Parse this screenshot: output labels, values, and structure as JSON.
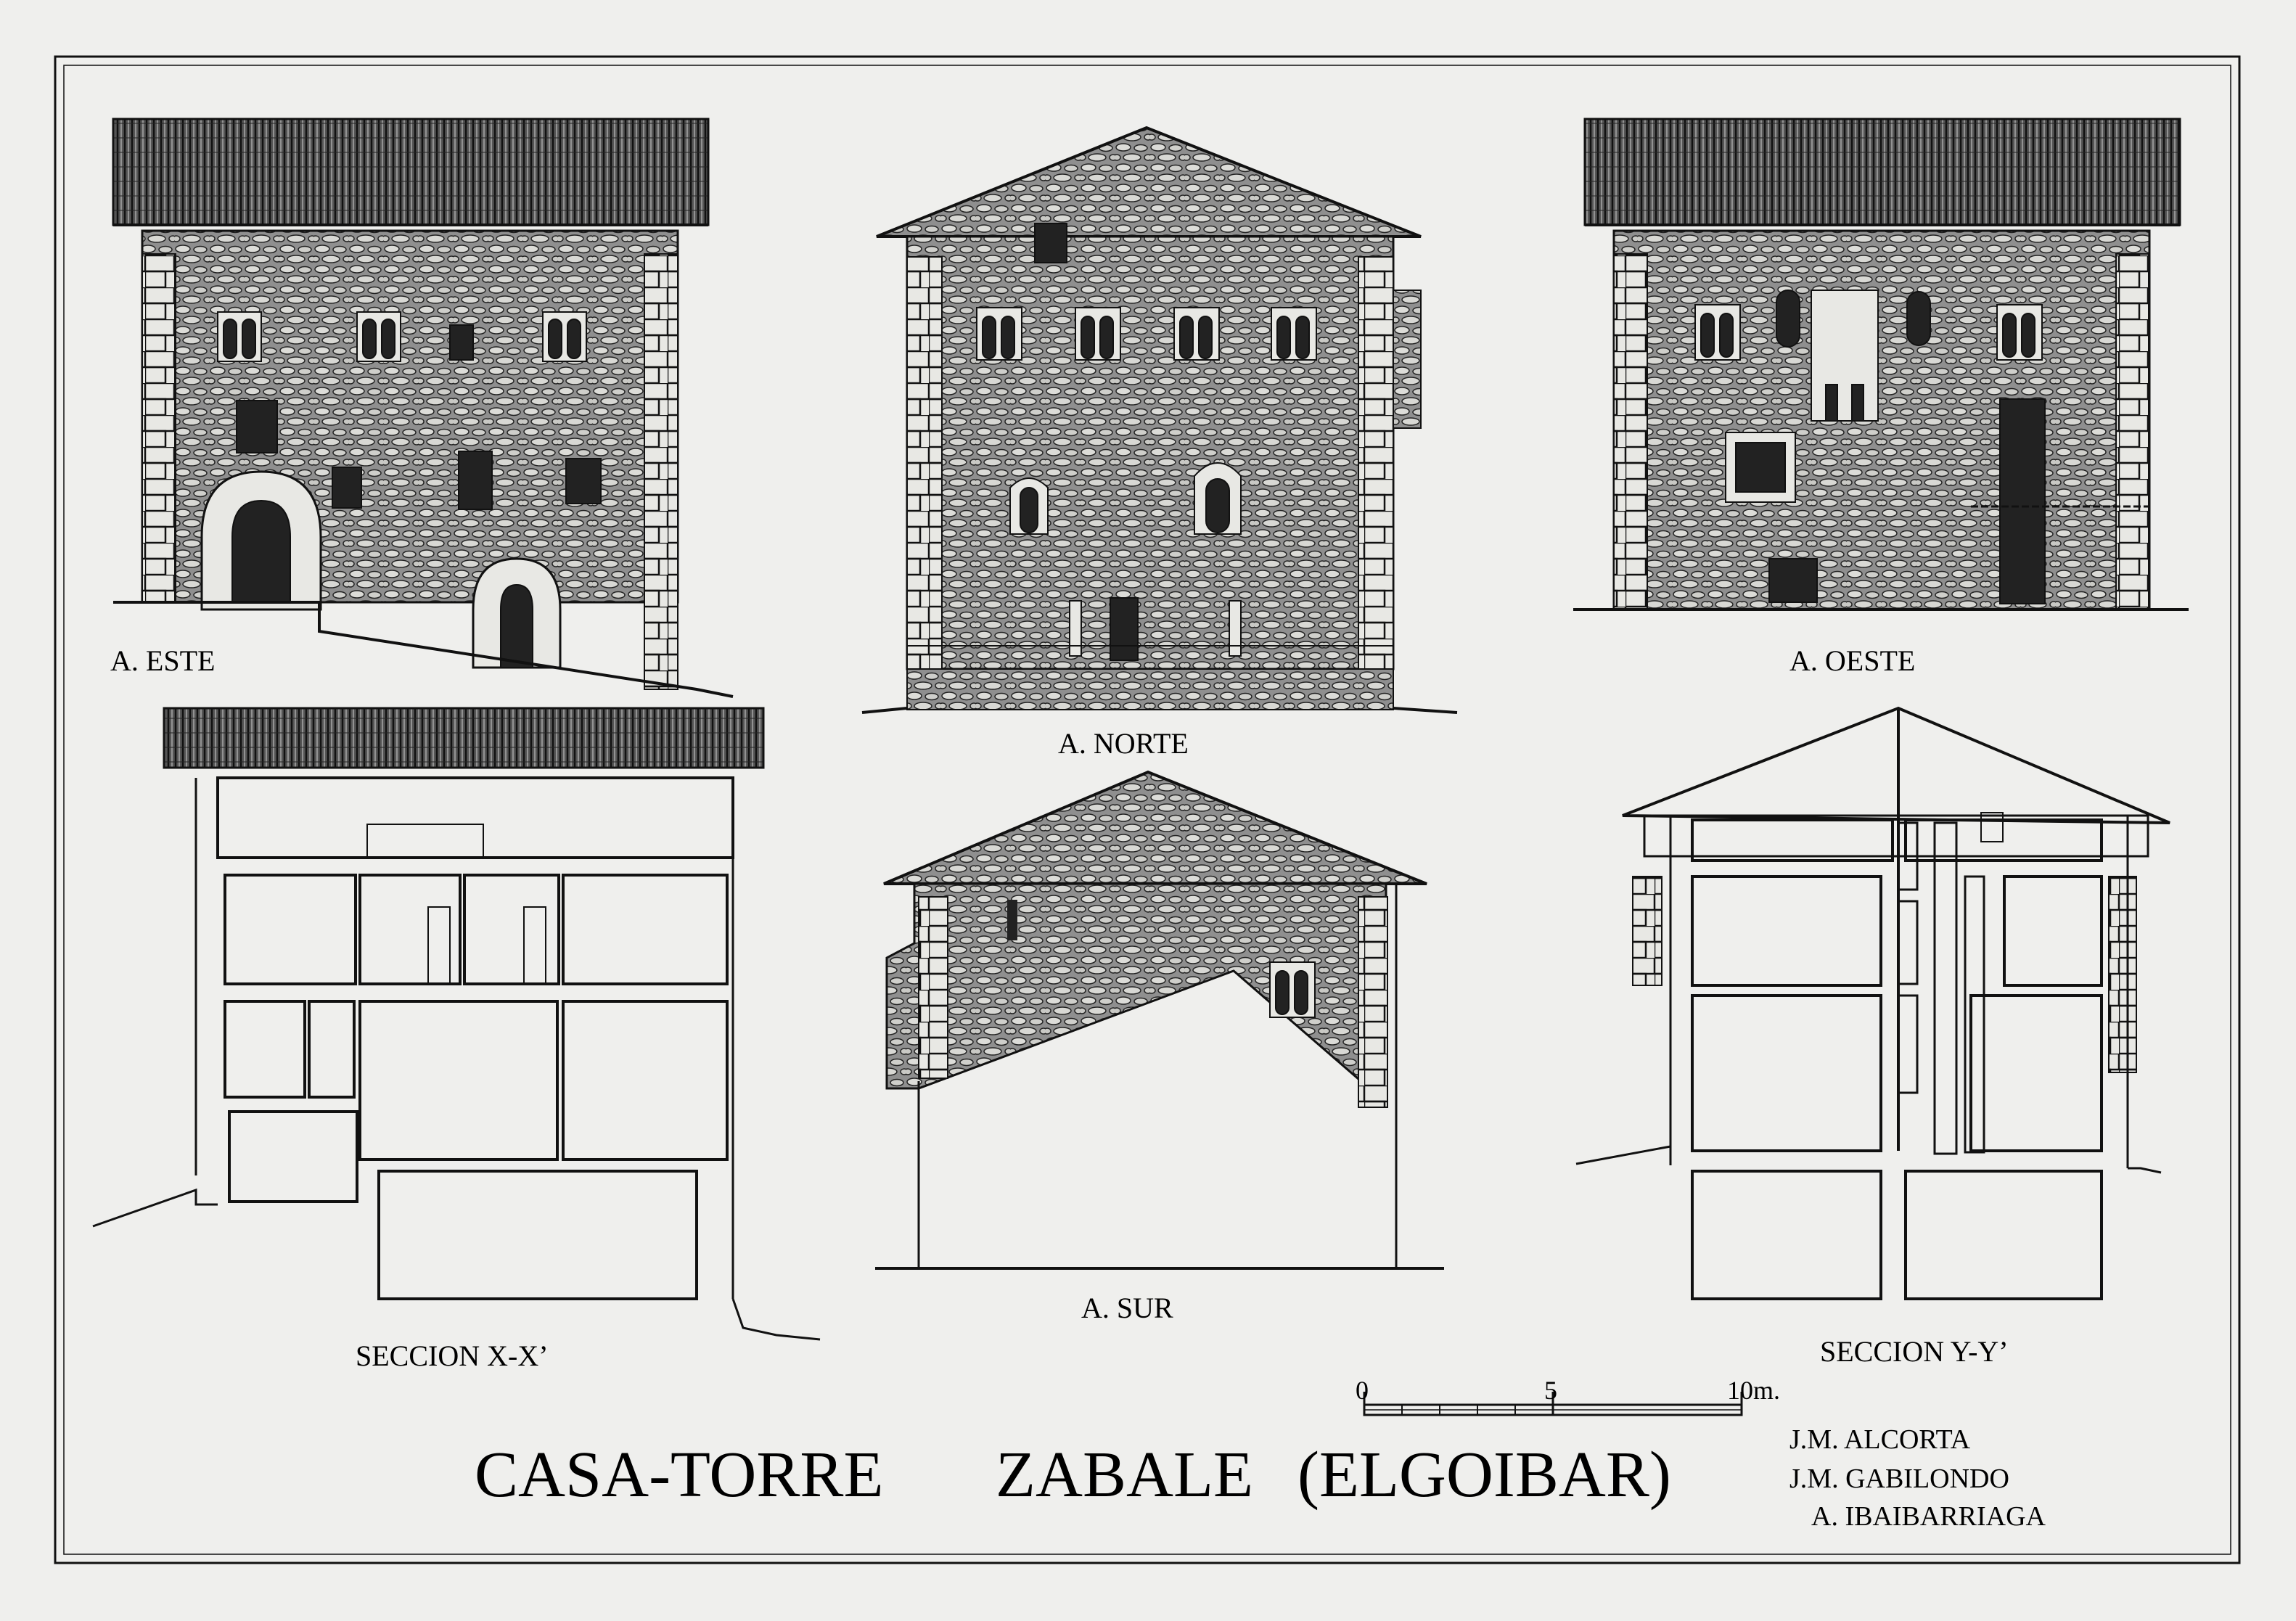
{
  "sheet": {
    "title_parts": [
      "CASA-TORRE",
      "ZABALE",
      "(ELGOIBAR)"
    ],
    "credits": [
      "J.M. ALCORTA",
      "J.M. GABILONDO",
      "A. IBAIBARRIAGA"
    ]
  },
  "views": {
    "este": "A. ESTE",
    "norte": "A. NORTE",
    "oeste": "A. OESTE",
    "sur": "A. SUR",
    "seccion_x": "SECCION X-X’",
    "seccion_y": "SECCION Y-Y’"
  },
  "scale": {
    "labels": [
      "0",
      "5",
      "10m."
    ]
  },
  "colors": {
    "paper": "#efefed",
    "ink": "#111111",
    "stone": "#3a3a3a",
    "opening": "#222222"
  }
}
